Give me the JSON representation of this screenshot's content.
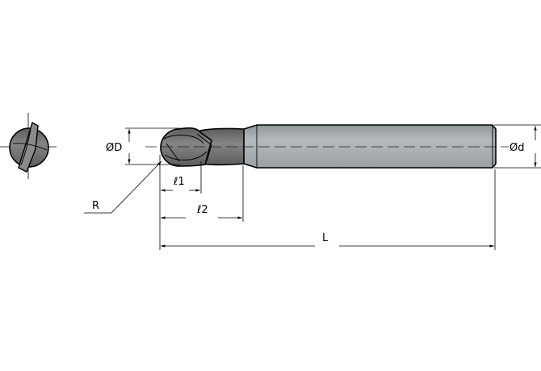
{
  "labels": {
    "ball_diameter": "ØD",
    "shank_diameter": "Ød",
    "flute_length": "ℓ1",
    "neck_length": "ℓ2",
    "overall_length": "L",
    "radius": "R"
  },
  "colors": {
    "coated_head": "#707070",
    "shank": "#a6acb0",
    "outline": "#000000"
  }
}
